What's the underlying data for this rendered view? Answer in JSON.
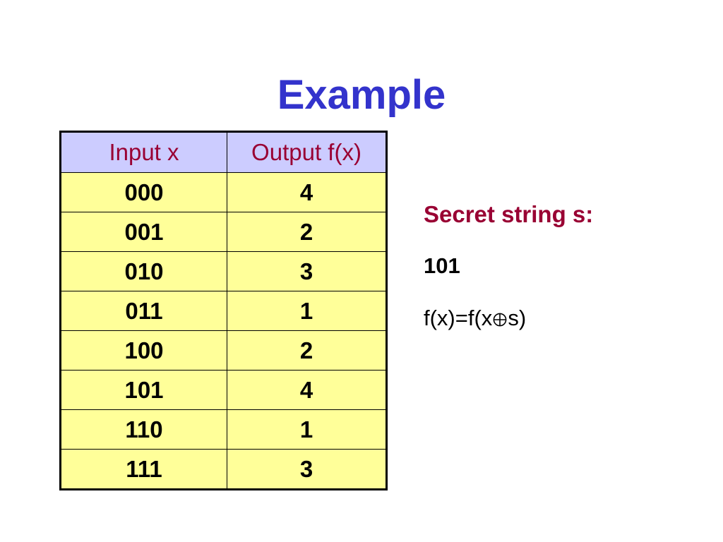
{
  "slide": {
    "title": "Example"
  },
  "table": {
    "headers": [
      "Input x",
      "Output f(x)"
    ],
    "rows": [
      [
        "000",
        "4"
      ],
      [
        "001",
        "2"
      ],
      [
        "010",
        "3"
      ],
      [
        "011",
        "1"
      ],
      [
        "100",
        "2"
      ],
      [
        "101",
        "4"
      ],
      [
        "110",
        "1"
      ],
      [
        "111",
        "3"
      ]
    ]
  },
  "side": {
    "label": "Secret string s:",
    "value": "101",
    "relation_left": "f(x)=f(x",
    "relation_right": "s)"
  },
  "colors": {
    "title": "#3333cc",
    "header_bg": "#ccccff",
    "header_text": "#990033",
    "cell_bg": "#ffff99",
    "label_text": "#990033"
  },
  "icons": {
    "operator": "circled-plus-icon"
  }
}
